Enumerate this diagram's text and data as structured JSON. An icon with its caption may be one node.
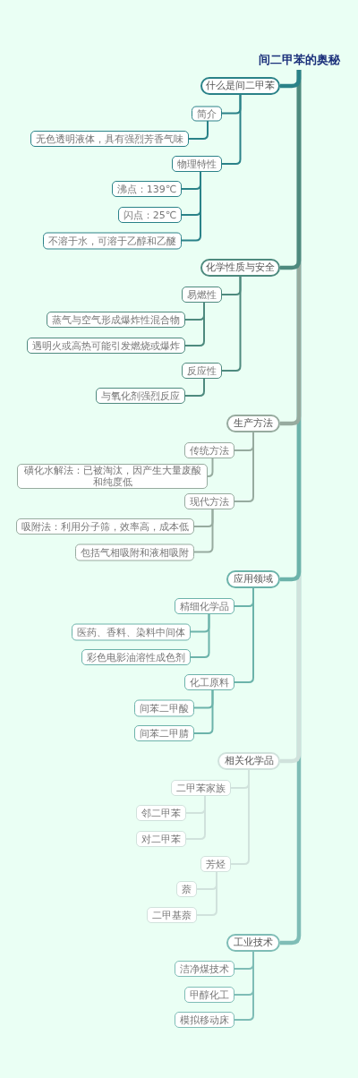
{
  "diagram": {
    "nodes": [
      {
        "text": [
          "间二甲苯的奥秘"
        ]
      },
      {
        "text": [
          "什么是间二甲苯"
        ]
      },
      {
        "text": [
          "简介"
        ]
      },
      {
        "text": [
          "无色透明液体，具有强烈芳香气味"
        ]
      },
      {
        "text": [
          "物理特性"
        ]
      },
      {
        "text": [
          "沸点：139℃"
        ]
      },
      {
        "text": [
          "闪点：25℃"
        ]
      },
      {
        "text": [
          "不溶于水，可溶于乙醇和乙醚"
        ]
      },
      {
        "text": [
          "化学性质与安全"
        ]
      },
      {
        "text": [
          "易燃性"
        ]
      },
      {
        "text": [
          "蒸气与空气形成爆炸性混合物"
        ]
      },
      {
        "text": [
          "遇明火或高热可能引发燃烧或爆炸"
        ]
      },
      {
        "text": [
          "反应性"
        ]
      },
      {
        "text": [
          "与氧化剂强烈反应"
        ]
      },
      {
        "text": [
          "生产方法"
        ]
      },
      {
        "text": [
          "传统方法"
        ]
      },
      {
        "text": [
          "磺化水解法：已被淘汰，因产生大量废酸和纯度低"
        ]
      },
      {
        "text": [
          "现代方法"
        ]
      },
      {
        "text": [
          "吸附法：利用分子筛，效率高，成本低"
        ]
      },
      {
        "text": [
          "包括气相吸附和液相吸附"
        ]
      },
      {
        "text": [
          "应用领域"
        ]
      },
      {
        "text": [
          "精细化学品"
        ]
      },
      {
        "text": [
          "医药、香料、染料中间体"
        ]
      },
      {
        "text": [
          "彩色电影油溶性成色剂"
        ]
      },
      {
        "text": [
          "化工原料"
        ]
      },
      {
        "text": [
          "间苯二甲酸"
        ]
      },
      {
        "text": [
          "间苯二甲腈"
        ]
      },
      {
        "text": [
          "相关化学品"
        ]
      },
      {
        "text": [
          "二甲苯家族"
        ]
      },
      {
        "text": [
          "邻二甲苯"
        ]
      },
      {
        "text": [
          "对二甲苯"
        ]
      },
      {
        "text": [
          "芳烃"
        ]
      },
      {
        "text": [
          "萘"
        ]
      },
      {
        "text": [
          "二甲基萘"
        ]
      },
      {
        "text": [
          "工业技术"
        ]
      },
      {
        "text": [
          "洁净煤技术"
        ]
      },
      {
        "text": [
          "甲醇化工"
        ]
      },
      {
        "text": [
          "模拟移动床"
        ]
      }
    ],
    "edges": [
      {
        "from": 0,
        "to": 1,
        "arrow": "none",
        "style": "thick",
        "color": "#2a8288"
      },
      {
        "from": 0,
        "to": 8,
        "arrow": "none",
        "style": "thick",
        "color": "#4e8a7e"
      },
      {
        "from": 0,
        "to": 14,
        "arrow": "none",
        "style": "thick",
        "color": "#97ab9f"
      },
      {
        "from": 0,
        "to": 20,
        "arrow": "none",
        "style": "thick",
        "color": "#6cb3aa"
      },
      {
        "from": 0,
        "to": 27,
        "arrow": "none",
        "style": "thick",
        "color": "#d0e2dc"
      },
      {
        "from": 0,
        "to": 34,
        "arrow": "none",
        "style": "thick",
        "color": "#7fbdb6"
      },
      {
        "from": 1,
        "to": 2,
        "arrow": "none",
        "color": "#2a8288"
      },
      {
        "from": 2,
        "to": 3,
        "arrow": "none",
        "color": "#2a8288"
      },
      {
        "from": 1,
        "to": 4,
        "arrow": "none",
        "color": "#2a8288"
      },
      {
        "from": 4,
        "to": 5,
        "arrow": "none",
        "color": "#2a8288"
      },
      {
        "from": 4,
        "to": 6,
        "arrow": "none",
        "color": "#2a8288"
      },
      {
        "from": 4,
        "to": 7,
        "arrow": "none",
        "color": "#2a8288"
      },
      {
        "from": 8,
        "to": 9,
        "arrow": "none",
        "color": "#4e8a7e"
      },
      {
        "from": 9,
        "to": 10,
        "arrow": "none",
        "color": "#4e8a7e"
      },
      {
        "from": 9,
        "to": 11,
        "arrow": "none",
        "color": "#4e8a7e"
      },
      {
        "from": 8,
        "to": 12,
        "arrow": "none",
        "color": "#4e8a7e"
      },
      {
        "from": 12,
        "to": 13,
        "arrow": "none",
        "color": "#4e8a7e"
      },
      {
        "from": 14,
        "to": 15,
        "arrow": "none",
        "color": "#97ab9f"
      },
      {
        "from": 15,
        "to": 16,
        "arrow": "none",
        "color": "#97ab9f"
      },
      {
        "from": 14,
        "to": 17,
        "arrow": "none",
        "color": "#97ab9f"
      },
      {
        "from": 17,
        "to": 18,
        "arrow": "none",
        "color": "#97ab9f"
      },
      {
        "from": 17,
        "to": 19,
        "arrow": "none",
        "color": "#97ab9f"
      },
      {
        "from": 20,
        "to": 21,
        "arrow": "none",
        "color": "#6cb3aa"
      },
      {
        "from": 21,
        "to": 22,
        "arrow": "none",
        "color": "#6cb3aa"
      },
      {
        "from": 21,
        "to": 23,
        "arrow": "none",
        "color": "#6cb3aa"
      },
      {
        "from": 20,
        "to": 24,
        "arrow": "none",
        "color": "#6cb3aa"
      },
      {
        "from": 24,
        "to": 25,
        "arrow": "none",
        "color": "#6cb3aa"
      },
      {
        "from": 24,
        "to": 26,
        "arrow": "none",
        "color": "#6cb3aa"
      },
      {
        "from": 27,
        "to": 28,
        "arrow": "none",
        "color": "#d0e2dc"
      },
      {
        "from": 28,
        "to": 29,
        "arrow": "none",
        "color": "#d0e2dc"
      },
      {
        "from": 28,
        "to": 30,
        "arrow": "none",
        "color": "#d0e2dc"
      },
      {
        "from": 27,
        "to": 31,
        "arrow": "none",
        "color": "#d0e2dc"
      },
      {
        "from": 31,
        "to": 32,
        "arrow": "none",
        "color": "#d0e2dc"
      },
      {
        "from": 31,
        "to": 33,
        "arrow": "none",
        "color": "#d0e2dc"
      },
      {
        "from": 34,
        "to": 35,
        "arrow": "none",
        "color": "#7fbdb6"
      },
      {
        "from": 34,
        "to": 36,
        "arrow": "none",
        "color": "#7fbdb6"
      },
      {
        "from": 34,
        "to": 37,
        "arrow": "none",
        "color": "#7fbdb6"
      }
    ]
  }
}
